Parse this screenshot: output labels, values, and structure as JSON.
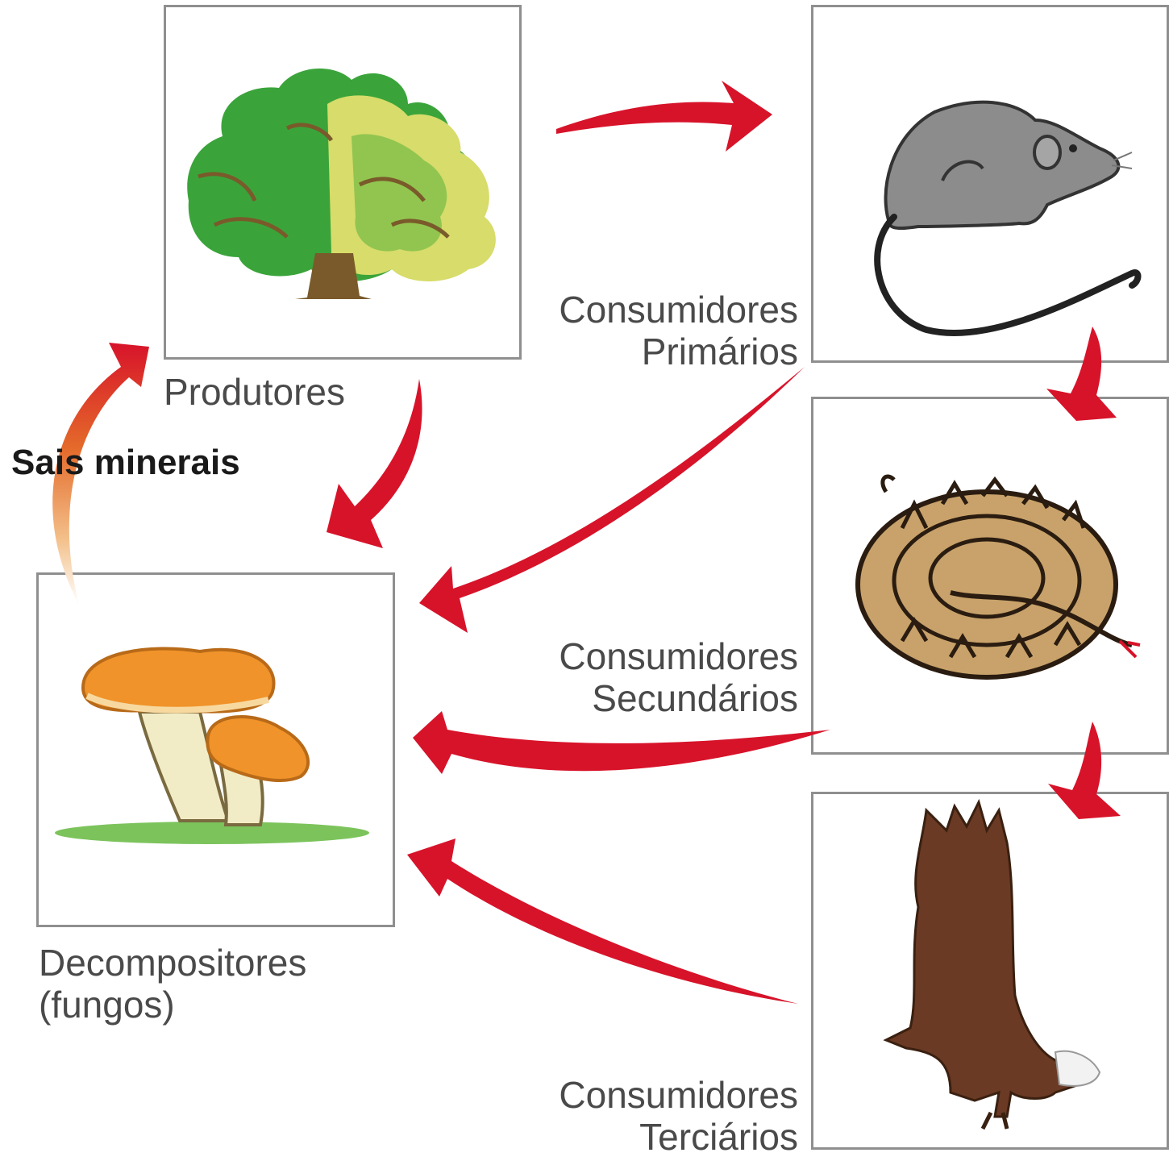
{
  "nodes": {
    "producers": {
      "label": "Produtores",
      "icon": "tree-icon"
    },
    "primary": {
      "label_line1": "Consumidores",
      "label_line2": "Primários",
      "icon": "rat-icon"
    },
    "secondary": {
      "label_line1": "Consumidores",
      "label_line2": "Secundários",
      "icon": "snake-icon"
    },
    "tertiary": {
      "label_line1": "Consumidores",
      "label_line2": "Terciários",
      "icon": "eagle-icon"
    },
    "decomposers": {
      "label_line1": "Decompositores",
      "label_line2": "(fungos)",
      "icon": "mushroom-icon"
    }
  },
  "minerals_label": "Sais minerais",
  "colors": {
    "arrow": "#d7132a",
    "box_border": "#8f8f8f",
    "text": "#4a4a4a"
  }
}
